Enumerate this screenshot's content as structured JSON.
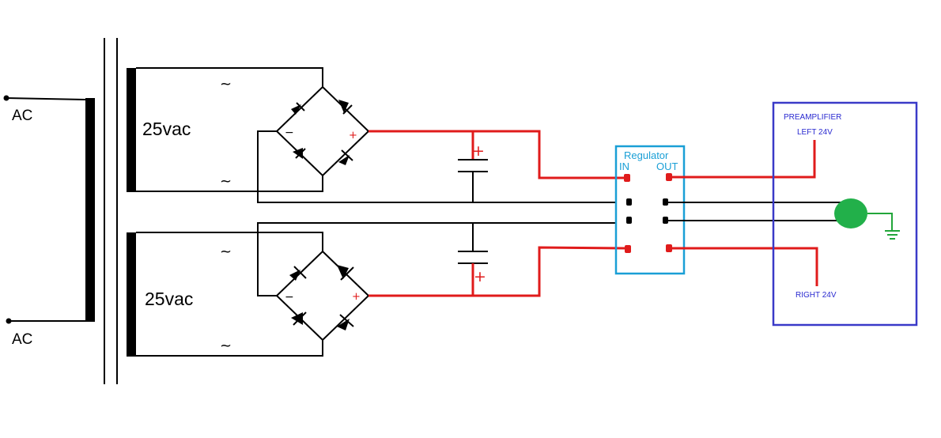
{
  "labels": {
    "ac_top": "AC",
    "ac_bottom": "AC",
    "secondary_top_voltage": "25vac",
    "secondary_bottom_voltage": "25vac",
    "tilde": "~",
    "plus": "+",
    "minus": "−",
    "regulator_title": "Regulator",
    "regulator_in": "IN",
    "regulator_out": "OUT",
    "preamp_title": "PREAMPLIFIER",
    "preamp_left": "LEFT 24V",
    "preamp_right": "RIGHT 24V"
  },
  "colors": {
    "positive_rail": "#e01b1b",
    "wiring": "#000000",
    "regulator_box": "#1a9fd6",
    "preamp_box": "#3a3ac8",
    "ground": "#22a63a"
  }
}
